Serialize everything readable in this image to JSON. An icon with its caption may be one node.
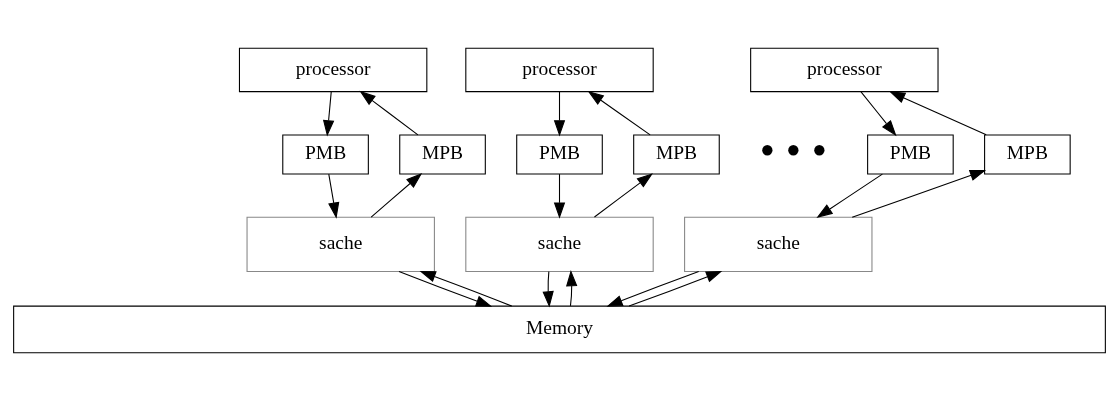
{
  "diagram": {
    "nodes": [
      {
        "text": [
          "processor"
        ]
      },
      {
        "text": [
          "processor"
        ]
      },
      {
        "text": [
          "processor"
        ]
      },
      {
        "text": [
          "PMB"
        ]
      },
      {
        "text": [
          "MPB"
        ]
      },
      {
        "text": [
          "PMB"
        ]
      },
      {
        "text": [
          "MPB"
        ]
      },
      {
        "text": [
          "PMB"
        ]
      },
      {
        "text": [
          "MPB"
        ]
      },
      {
        "text": [
          "sache"
        ]
      },
      {
        "text": [
          "sache"
        ]
      },
      {
        "text": [
          "sache"
        ]
      },
      {
        "text": [
          "Memory"
        ]
      }
    ],
    "edges": [
      {
        "from": 0,
        "to": 3,
        "arrow": "to"
      },
      {
        "from": 4,
        "to": 0,
        "arrow": "to"
      },
      {
        "from": 3,
        "to": 9,
        "arrow": "to"
      },
      {
        "from": 9,
        "to": 4,
        "arrow": "to"
      },
      {
        "from": 9,
        "to": 12,
        "arrow": "to"
      },
      {
        "from": 12,
        "to": 9,
        "arrow": "to"
      },
      {
        "from": 1,
        "to": 5,
        "arrow": "to"
      },
      {
        "from": 6,
        "to": 1,
        "arrow": "to"
      },
      {
        "from": 5,
        "to": 10,
        "arrow": "to"
      },
      {
        "from": 10,
        "to": 6,
        "arrow": "to"
      },
      {
        "from": 10,
        "to": 12,
        "arrow": "to"
      },
      {
        "from": 12,
        "to": 10,
        "arrow": "to"
      },
      {
        "from": 2,
        "to": 7,
        "arrow": "to"
      },
      {
        "from": 8,
        "to": 2,
        "arrow": "to"
      },
      {
        "from": 7,
        "to": 11,
        "arrow": "to"
      },
      {
        "from": 11,
        "to": 8,
        "arrow": "to"
      },
      {
        "from": 11,
        "to": 12,
        "arrow": "to"
      },
      {
        "from": 12,
        "to": 11,
        "arrow": "to"
      }
    ],
    "labels": [
      "• • •"
    ]
  }
}
